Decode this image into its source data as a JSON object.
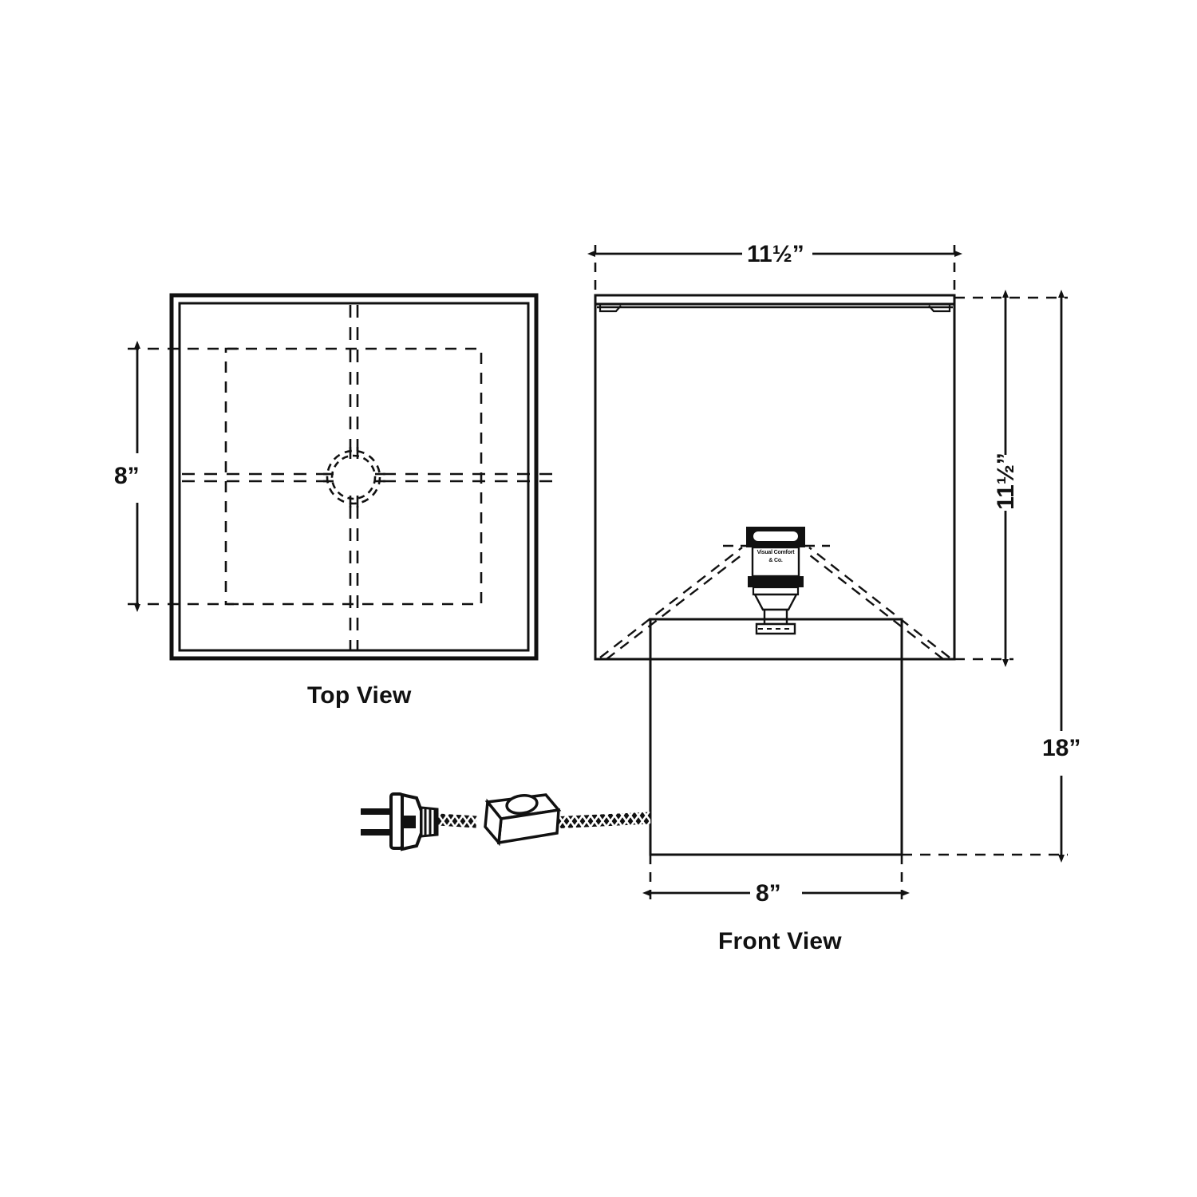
{
  "sheet": {
    "background_color": "#ffffff",
    "line_color": "#111111"
  },
  "views": [
    {
      "id": "top-view",
      "caption": "Top View"
    },
    {
      "id": "front-view",
      "caption": "Front View"
    }
  ],
  "captions": {
    "top_view": "Top View",
    "front_view": "Front View"
  },
  "dimensions": {
    "shade_width": "11½”",
    "shade_height": "11½”",
    "base_width": "8”",
    "base_depth": "8”",
    "overall_height": "18”"
  },
  "socket": {
    "brand_line_1": "Visual Comfort",
    "brand_line_2": "& Co."
  },
  "components": {
    "plug_name": "two-prong-plug",
    "switch_name": "inline-rocker-switch",
    "cord_name": "braided-power-cord",
    "shade_name": "square-tapered-shade",
    "base_name": "square-lamp-base",
    "harp_name": "hidden-shade-frame",
    "finial_name": "socket-assembly"
  },
  "chart_data": {
    "type": "table",
    "title": "Lamp Dimension Drawing",
    "categories": [
      "Shade Width",
      "Shade Height",
      "Base Width",
      "Base Depth",
      "Overall Height"
    ],
    "values": [
      11.5,
      11.5,
      8,
      8,
      18
    ],
    "units": "inches",
    "xlabel": "",
    "ylabel": ""
  }
}
